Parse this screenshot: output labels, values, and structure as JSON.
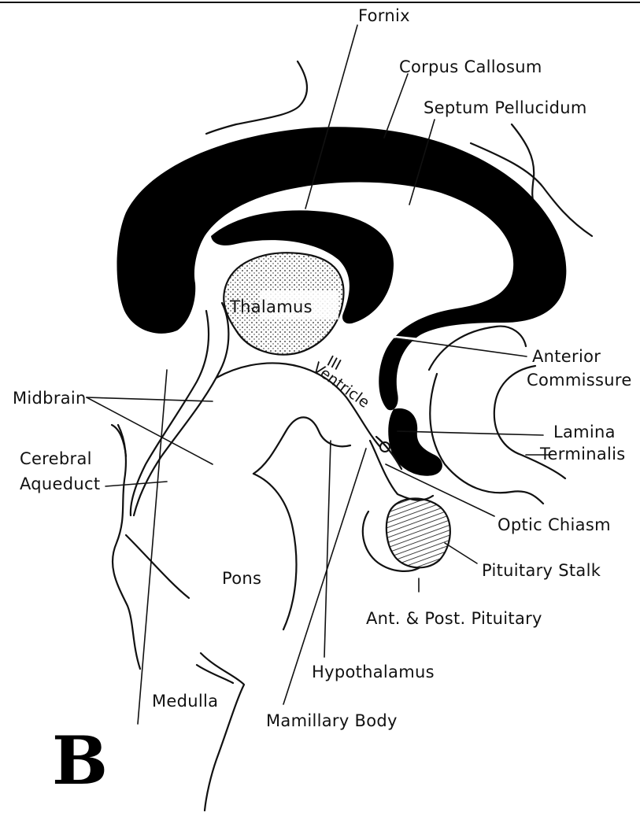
{
  "figure": {
    "panel_letter": "B",
    "labels": {
      "fornix": "Fornix",
      "corpus_callosum": "Corpus Callosum",
      "septum_pellucidum": "Septum Pellucidum",
      "thalamus": "Thalamus",
      "anterior_commissure_1": "Anterior",
      "anterior_commissure_2": "Commissure",
      "third_ventricle_numeral": "III",
      "third_ventricle_word": "Ventricle",
      "midbrain": "Midbrain",
      "lamina_terminalis_1": "Lamina",
      "lamina_terminalis_2": "Terminalis",
      "cerebral_aqueduct_1": "Cerebral",
      "cerebral_aqueduct_2": "Aqueduct",
      "optic_chiasm": "Optic Chiasm",
      "pituitary_stalk": "Pituitary Stalk",
      "pons": "Pons",
      "ant_post_pituitary": "Ant. & Post. Pituitary",
      "hypothalamus": "Hypothalamus",
      "medulla": "Medulla",
      "mamillary_body": "Mamillary Body"
    }
  }
}
